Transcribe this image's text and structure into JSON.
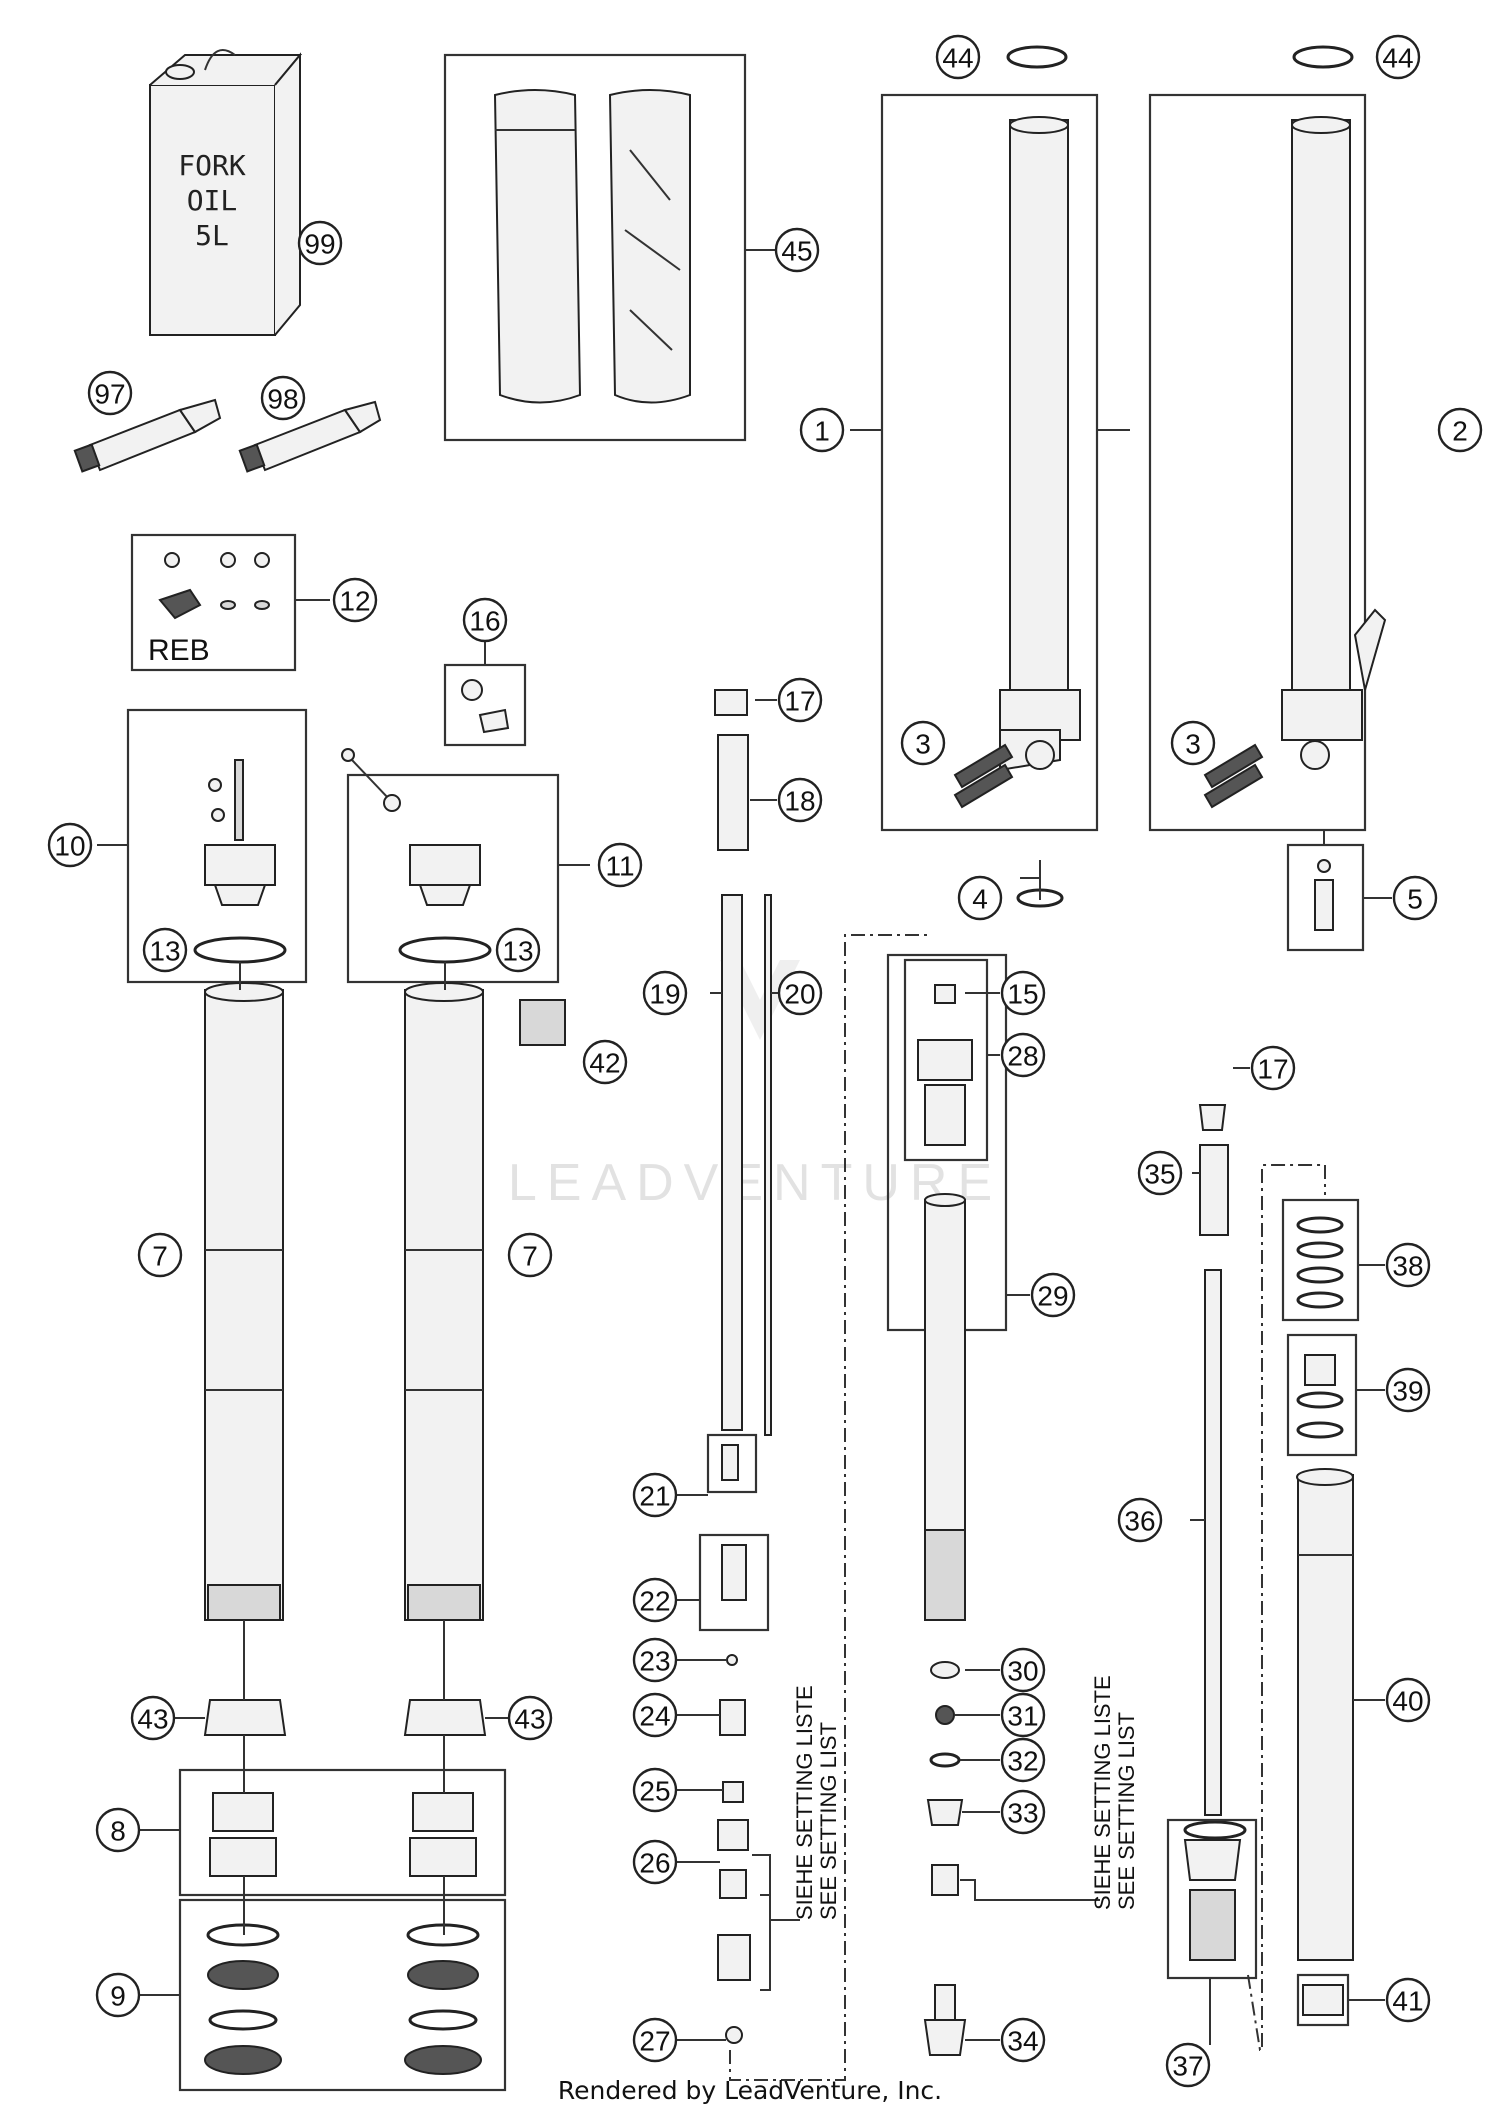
{
  "callouts": [
    {
      "label": "44"
    },
    {
      "label": "44"
    },
    {
      "label": "45"
    },
    {
      "label": "99"
    },
    {
      "label": "97"
    },
    {
      "label": "98"
    },
    {
      "label": "1"
    },
    {
      "label": "2"
    },
    {
      "label": "12"
    },
    {
      "label": "16"
    },
    {
      "label": "17"
    },
    {
      "label": "18"
    },
    {
      "label": "3"
    },
    {
      "label": "3"
    },
    {
      "label": "4"
    },
    {
      "label": "5"
    },
    {
      "label": "10"
    },
    {
      "label": "11"
    },
    {
      "label": "13"
    },
    {
      "label": "13"
    },
    {
      "label": "19"
    },
    {
      "label": "20"
    },
    {
      "label": "15"
    },
    {
      "label": "28"
    },
    {
      "label": "42"
    },
    {
      "label": "17"
    },
    {
      "label": "35"
    },
    {
      "label": "7"
    },
    {
      "label": "7"
    },
    {
      "label": "29"
    },
    {
      "label": "38"
    },
    {
      "label": "39"
    },
    {
      "label": "36"
    },
    {
      "label": "21"
    },
    {
      "label": "22"
    },
    {
      "label": "40"
    },
    {
      "label": "43"
    },
    {
      "label": "43"
    },
    {
      "label": "23"
    },
    {
      "label": "30"
    },
    {
      "label": "24"
    },
    {
      "label": "31"
    },
    {
      "label": "8"
    },
    {
      "label": "25"
    },
    {
      "label": "32"
    },
    {
      "label": "33"
    },
    {
      "label": "26"
    },
    {
      "label": "9"
    },
    {
      "label": "27"
    },
    {
      "label": "34"
    },
    {
      "label": "41"
    },
    {
      "label": "37"
    }
  ],
  "texts": {
    "can_line1": "FORK",
    "can_line2": "OIL",
    "can_line3": "5L",
    "reb": "REB",
    "setting_de_1": "SIEHE SETTING LISTE",
    "setting_en_1": "SEE SETTING LIST",
    "setting_de_2": "SIEHE SETTING LISTE",
    "setting_en_2": "SEE SETTING LIST",
    "watermark": "LEADVENTURE",
    "footer": "Rendered by LeadVenture, Inc."
  }
}
